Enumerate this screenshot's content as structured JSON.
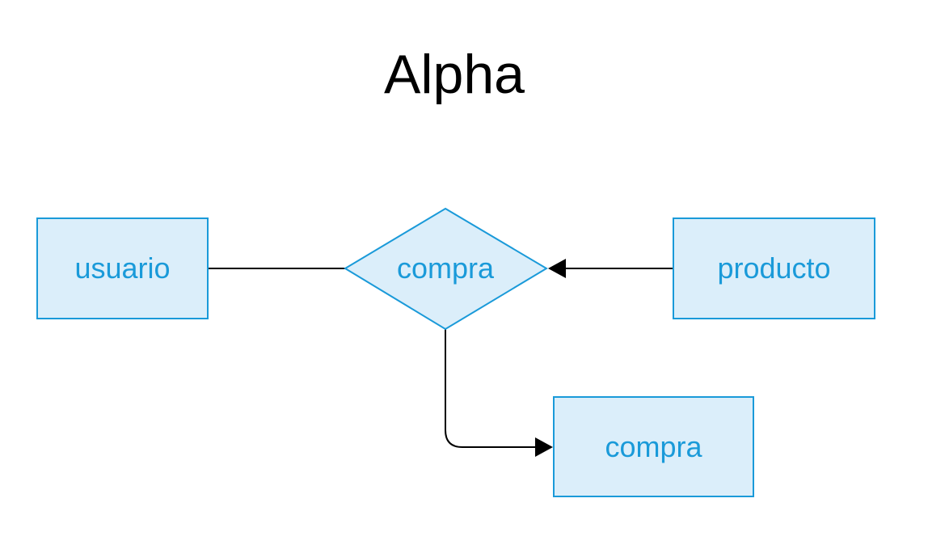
{
  "title": "Alpha",
  "colors": {
    "node_fill": "#dbeefa",
    "node_stroke": "#1a9ad9",
    "node_text": "#1a9ad9",
    "edge": "#000000"
  },
  "nodes": {
    "usuario": {
      "label": "usuario",
      "shape": "rectangle"
    },
    "compra_relation": {
      "label": "compra",
      "shape": "diamond"
    },
    "producto": {
      "label": "producto",
      "shape": "rectangle"
    },
    "compra_entity": {
      "label": "compra",
      "shape": "rectangle"
    }
  },
  "edges": [
    {
      "from": "usuario",
      "to": "compra_relation",
      "arrow": "none"
    },
    {
      "from": "producto",
      "to": "compra_relation",
      "arrow": "filled-triangle"
    },
    {
      "from": "compra_relation",
      "to": "compra_entity",
      "arrow": "filled-triangle"
    }
  ]
}
